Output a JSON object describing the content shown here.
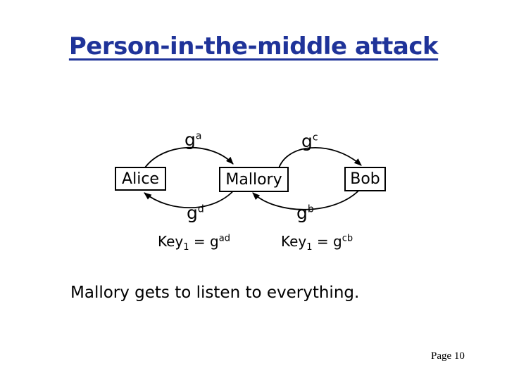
{
  "title": "Person-in-the-middle attack",
  "diagram": {
    "boxes": {
      "alice": "Alice",
      "mallory": "Mallory",
      "bob": "Bob"
    },
    "messages": {
      "top_left": {
        "base": "g",
        "sup": "a"
      },
      "top_right": {
        "base": "g",
        "sup": "c"
      },
      "bottom_left": {
        "base": "g",
        "sup": "d"
      },
      "bottom_right": {
        "base": "g",
        "sup": "b"
      }
    },
    "keys": {
      "left": {
        "name": "Key",
        "sub": "1",
        "equals": " = ",
        "base": "g",
        "sup": "ad"
      },
      "right": {
        "name": "Key",
        "sub": "1",
        "equals": " = ",
        "base": "g",
        "sup": "cb"
      }
    }
  },
  "caption": "Mallory gets to listen to everything.",
  "footer": "Page 10",
  "colors": {
    "title_text": "#1f3399",
    "diagram_ink": "#000000",
    "background": "#ffffff"
  }
}
